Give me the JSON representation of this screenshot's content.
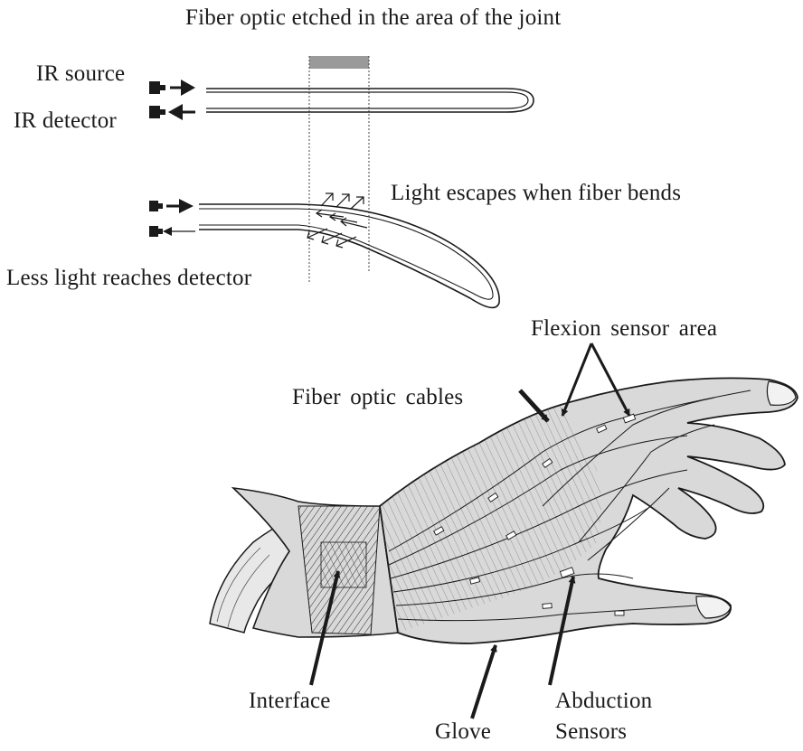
{
  "title": "Fiber optic etched in the area of the joint",
  "top_diagram": {
    "source_label": "IR source",
    "detector_label": "IR detector"
  },
  "bend_diagram": {
    "escape_label": "Light escapes when fiber bends",
    "less_light_label": "Less light reaches detector"
  },
  "glove_diagram": {
    "flexion_label": "Flexion sensor area",
    "fiber_cables_label": "Fiber optic cables",
    "interface_label": "Interface",
    "glove_label": "Glove",
    "abduction_label_line1": "Abduction",
    "abduction_label_line2": "Sensors"
  },
  "colors": {
    "ink": "#1a1a1a",
    "etched_band": "#9a9a9a",
    "glove_fill": "#d9d9d9"
  }
}
